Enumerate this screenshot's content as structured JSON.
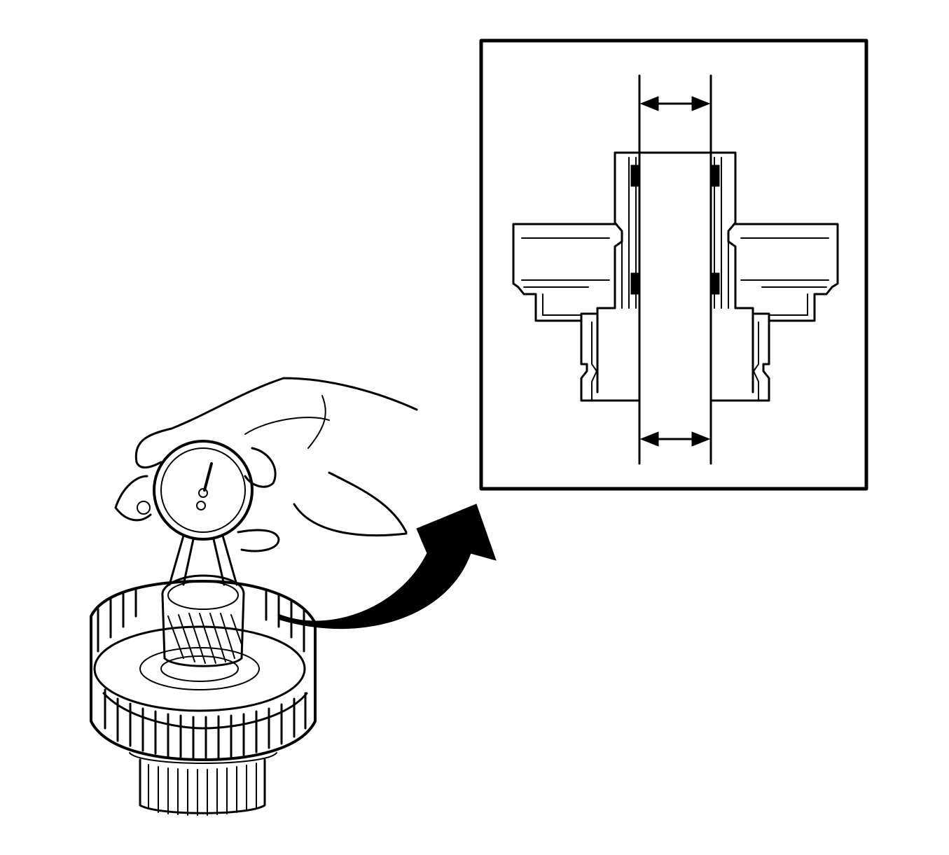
{
  "figure": {
    "description_labels": [],
    "colors": {
      "ink": "#000000",
      "paper": "#ffffff"
    },
    "parts": {
      "main_view": "dial-bore-gauge-measuring-hub",
      "detail_view": "bushing-cross-section-inset",
      "callout": "curved-arrow-to-inset"
    }
  }
}
